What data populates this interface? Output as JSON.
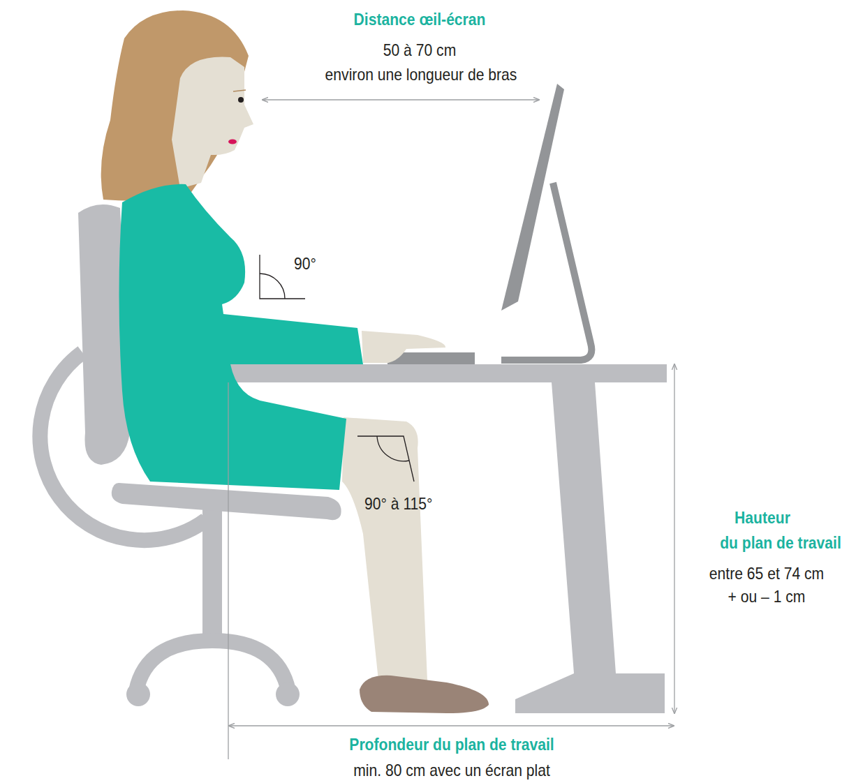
{
  "diagram": {
    "labels": [
      "Distance œil-écran",
      "50 à 70 cm",
      "environ une longueur de bras",
      "90°",
      "90° à 115°",
      "Hauteur",
      "du plan de travail",
      "entre 65 et 74 cm",
      "+ ou – 1 cm",
      "Profondeur du plan de travail",
      "min. 80 cm avec un écran plat"
    ]
  }
}
